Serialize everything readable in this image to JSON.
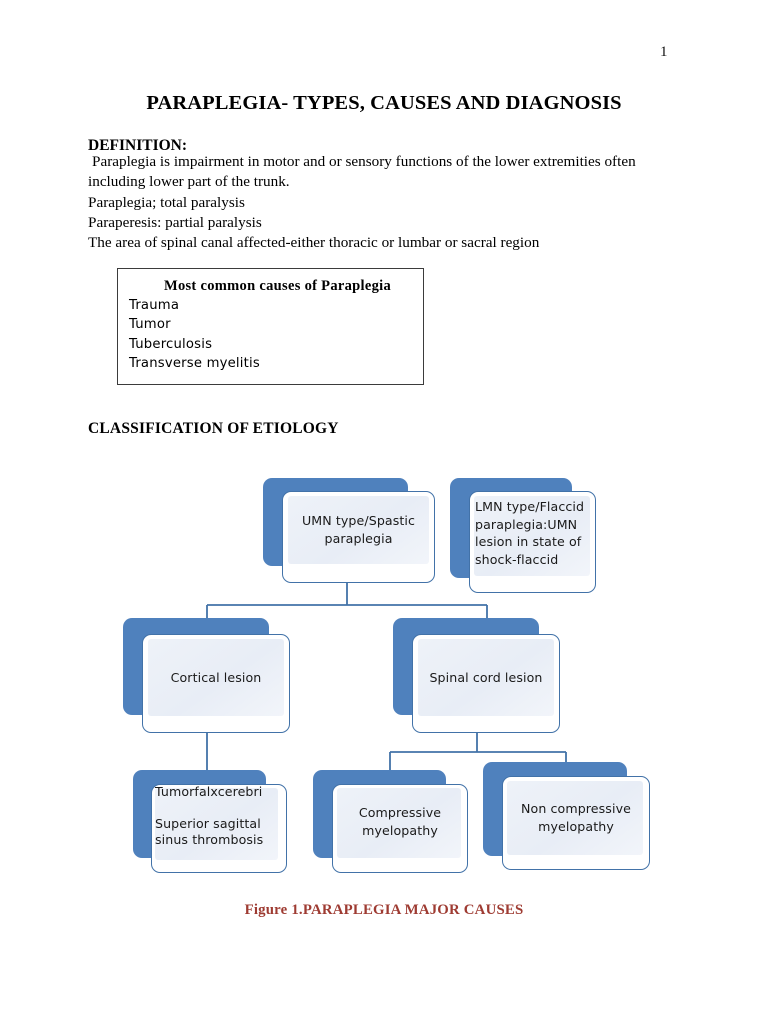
{
  "document": {
    "page_number": "1",
    "title": "PARAPLEGIA- TYPES, CAUSES AND DIAGNOSIS",
    "definition_heading": "DEFINITION:",
    "definition_lines": [
      "Paraplegia is impairment in motor and or sensory functions of the lower extremities often",
      "including lower part of the trunk.",
      "Paraplegia; total paralysis",
      "Paraperesis: partial paralysis",
      "The area of spinal canal affected-either thoracic or lumbar or sacral region"
    ],
    "causes_box": {
      "title": "Most common causes of Paraplegia",
      "items": [
        "Trauma",
        "Tumor",
        "Tuberculosis",
        "Transverse myelitis"
      ]
    },
    "classification_heading": "CLASSIFICATION OF ETIOLOGY",
    "figure_caption": "Figure 1.PARAPLEGIA MAJOR CAUSES"
  },
  "chart_data": {
    "type": "diagram",
    "title": "Figure 1.PARAPLEGIA MAJOR CAUSES",
    "colors": {
      "backing": "#4F81BD",
      "card_border": "#4272a8",
      "panel_fill": "#EDF1F7",
      "connector": "#4272a8",
      "caption": "#9E3B32"
    },
    "nodes": [
      {
        "id": "umn",
        "label": "UMN type/Spastic\nparaplegia"
      },
      {
        "id": "lmn",
        "label": "LMN type/Flaccid\nparaplegia:UMN\nlesion in state  of\nshock-flaccid"
      },
      {
        "id": "cortical",
        "label": "Cortical lesion"
      },
      {
        "id": "spinal",
        "label": "Spinal cord lesion"
      },
      {
        "id": "tumorfalx",
        "label": "Tumorfalxcerebri\n\nSuperior sagittal\nsinus thrombosis"
      },
      {
        "id": "compressive",
        "label": "Compressive\nmyelopathy"
      },
      {
        "id": "noncompress",
        "label": "Non compressive\nmyelopathy"
      }
    ],
    "edges": [
      {
        "from": "umn",
        "to": "cortical"
      },
      {
        "from": "umn",
        "to": "spinal"
      },
      {
        "from": "cortical",
        "to": "tumorfalx"
      },
      {
        "from": "spinal",
        "to": "compressive"
      },
      {
        "from": "spinal",
        "to": "noncompress"
      }
    ]
  }
}
